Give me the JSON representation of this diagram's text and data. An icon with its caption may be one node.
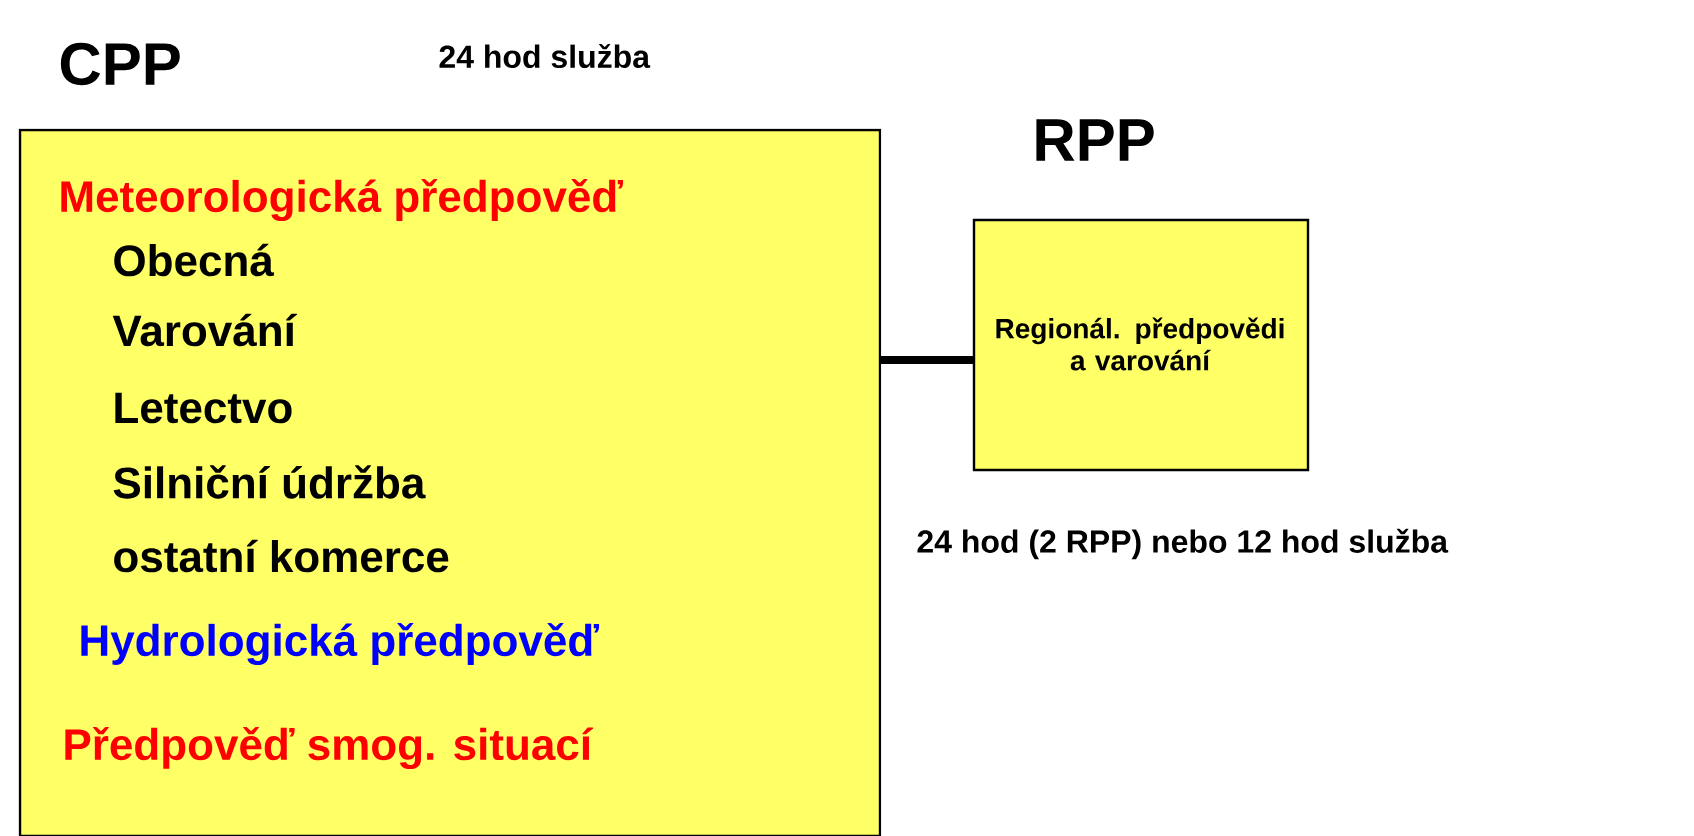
{
  "diagram": {
    "nodes": [
      {
        "text": [
          "CPP",
          "Meteorologická předpověď",
          "Obecná",
          "Varování",
          "Letectvo",
          "Silniční údržba",
          "ostatní komerce",
          "Hydrologická předpověď",
          "Předpověď smog. situací"
        ],
        "beside": [
          "24 hod služba"
        ]
      },
      {
        "text": [
          "RPP",
          "Regionál. předpovědi a varování"
        ],
        "beside": [
          "24 hod (2 RPP) nebo 12 hod služba"
        ]
      }
    ],
    "edges": [
      {
        "from": 0,
        "to": 1,
        "arrow": "none"
      }
    ]
  }
}
